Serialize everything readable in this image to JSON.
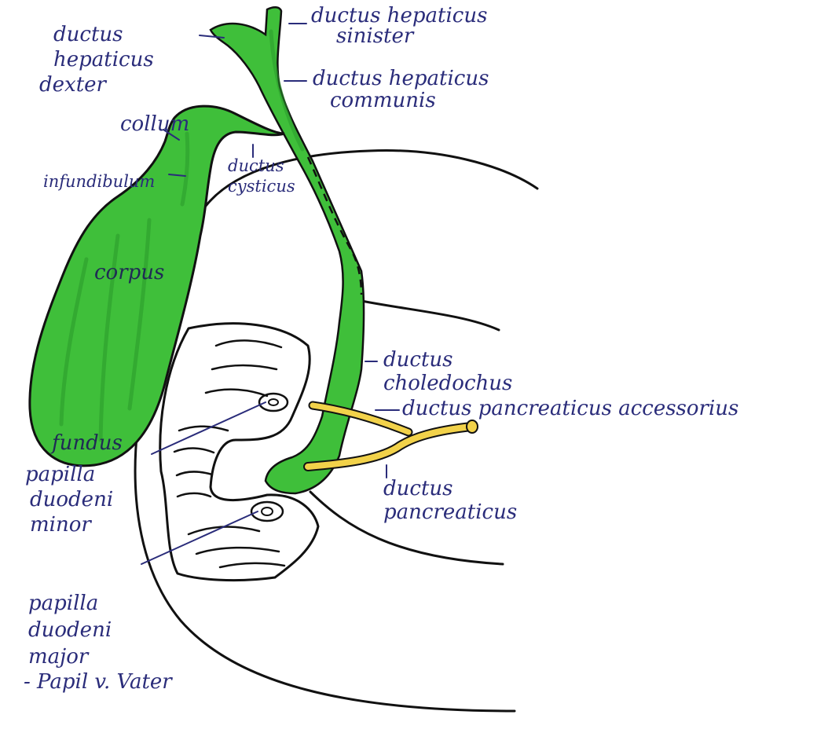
{
  "labels": {
    "ductus_hepaticus_sinister": [
      "ductus hepaticus",
      "sinister"
    ],
    "ductus_hepaticus_dexter": [
      "ductus",
      "hepaticus",
      "dexter"
    ],
    "ductus_hepaticus_communis": [
      "ductus hepaticus",
      "communis"
    ],
    "collum": "collum",
    "infundibulum": "infundibulum",
    "ductus_cysticus": [
      "ductus",
      "cysticus"
    ],
    "corpus": "corpus",
    "ductus_choledochus": [
      "ductus",
      "choledochus"
    ],
    "ductus_pancreaticus_accessorius": "ductus pancreaticus accessorius",
    "fundus": "fundus",
    "papilla_duodeni_minor": [
      "papilla",
      "duodeni",
      "minor"
    ],
    "ductus_pancreaticus": [
      "ductus",
      "pancreaticus"
    ],
    "papilla_duodeni_major": [
      "papilla",
      "duodeni",
      "major",
      "- Papil v. Vater"
    ]
  },
  "colors": {
    "gallbladder_green": "#3fbf3a",
    "gallbladder_shade": "#2a9a2b",
    "pancreatic_duct_yellow": "#f2d24a",
    "label_ink": "#2a2c7a",
    "outline_ink": "#111111"
  }
}
